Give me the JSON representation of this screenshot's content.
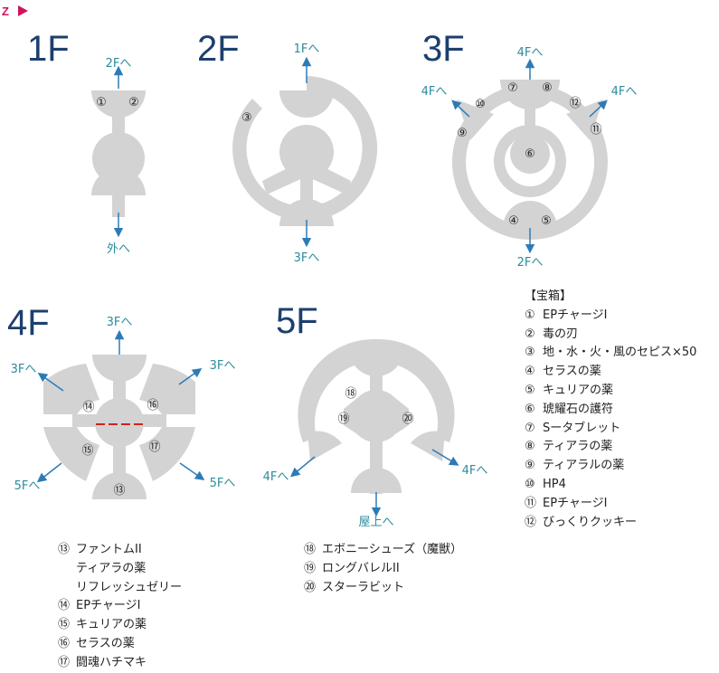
{
  "compass_label": "Z",
  "floors": {
    "f1": {
      "label": "1F",
      "exits": [
        "2Fへ",
        "外へ"
      ],
      "chests": [
        "①",
        "②"
      ]
    },
    "f2": {
      "label": "2F",
      "exits": [
        "1Fへ",
        "3Fへ"
      ],
      "chests": [
        "③"
      ]
    },
    "f3": {
      "label": "3F",
      "exits": [
        "4Fへ",
        "4Fへ",
        "4Fへ",
        "2Fへ"
      ],
      "chests": [
        "⑦",
        "⑧",
        "⑩",
        "⑫",
        "⑨",
        "⑪",
        "⑥",
        "④",
        "⑤"
      ]
    },
    "f4": {
      "label": "4F",
      "exits": [
        "3Fへ",
        "3Fへ",
        "3Fへ",
        "5Fへ",
        "5Fへ"
      ],
      "chests": [
        "⑭",
        "⑯",
        "⑮",
        "⑰",
        "⑬"
      ]
    },
    "f5": {
      "label": "5F",
      "exits": [
        "4Fへ",
        "4Fへ",
        "屋上へ"
      ],
      "chests": [
        "⑱",
        "⑲",
        "⑳"
      ]
    }
  },
  "legend_main": {
    "title": "【宝箱】",
    "items": [
      {
        "mark": "①",
        "text": "EPチャージI"
      },
      {
        "mark": "②",
        "text": "毒の刃"
      },
      {
        "mark": "③",
        "text": "地・水・火・風のセピス×50"
      },
      {
        "mark": "④",
        "text": "セラスの薬"
      },
      {
        "mark": "⑤",
        "text": "キュリアの薬"
      },
      {
        "mark": "⑥",
        "text": "琥耀石の護符"
      },
      {
        "mark": "⑦",
        "text": "Sータブレット"
      },
      {
        "mark": "⑧",
        "text": "ティアラの薬"
      },
      {
        "mark": "⑨",
        "text": "ティアラルの薬"
      },
      {
        "mark": "⑩",
        "text": "HP4"
      },
      {
        "mark": "⑪",
        "text": "EPチャージI"
      },
      {
        "mark": "⑫",
        "text": "びっくりクッキー"
      }
    ]
  },
  "legend_left": {
    "items": [
      {
        "mark": "⑬",
        "text": "ファントムII"
      },
      {
        "mark": "",
        "text": "ティアラの薬"
      },
      {
        "mark": "",
        "text": "リフレッシュゼリー"
      },
      {
        "mark": "⑭",
        "text": "EPチャージI"
      },
      {
        "mark": "⑮",
        "text": "キュリアの薬"
      },
      {
        "mark": "⑯",
        "text": "セラスの薬"
      },
      {
        "mark": "⑰",
        "text": "闘魂ハチマキ"
      }
    ]
  },
  "legend_mid": {
    "items": [
      {
        "mark": "⑱",
        "text": "エボニーシューズ（魔獣）"
      },
      {
        "mark": "⑲",
        "text": "ロングバレルII"
      },
      {
        "mark": "⑳",
        "text": "スターラビット"
      }
    ]
  },
  "colors": {
    "floor": "#d3d3d3",
    "arrow": "#2c7bb6",
    "exit_text": "#2c8c9c",
    "floor_label": "#1c3f6e",
    "compass": "#d0135f",
    "marker": "#d42020"
  }
}
